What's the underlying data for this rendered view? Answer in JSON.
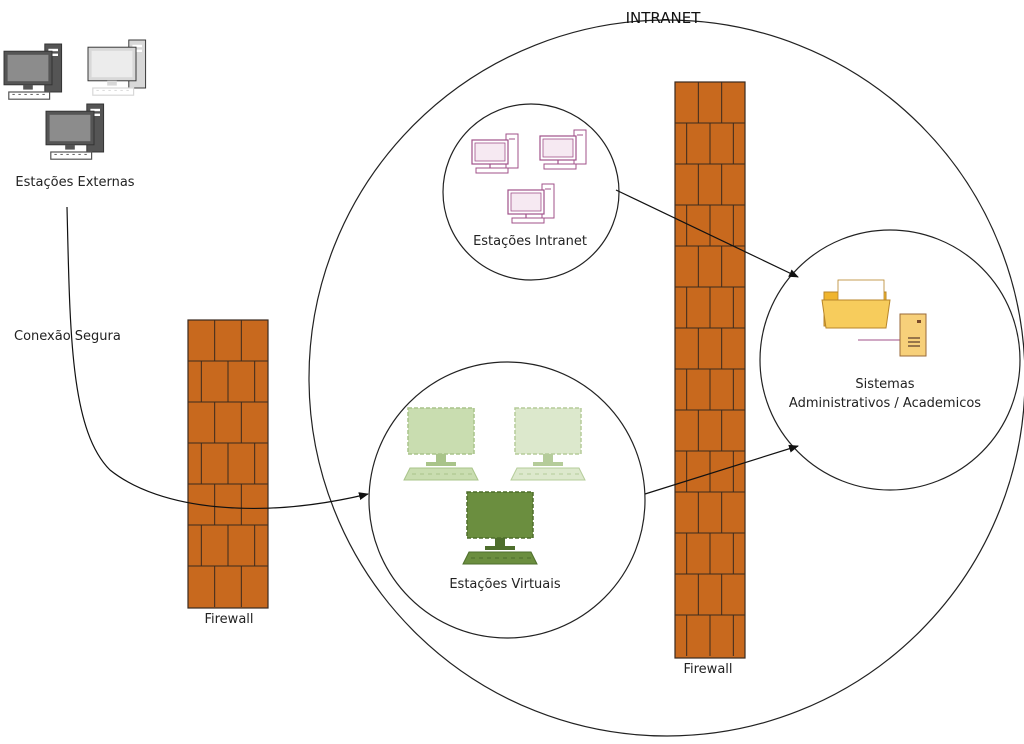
{
  "diagram": {
    "title": "INTRANET",
    "external_stations": {
      "label": "Estações Externas"
    },
    "secure_connection": {
      "label": "Conexão Segura"
    },
    "firewall_outer": {
      "label": "Firewall"
    },
    "firewall_inner": {
      "label": "Firewall"
    },
    "intranet_stations": {
      "label": "Estações Intranet"
    },
    "virtual_stations": {
      "label": "Estações Virtuais"
    },
    "systems": {
      "label_line1": "Sistemas",
      "label_line2": "Administrativos / Academicos"
    }
  },
  "colors": {
    "brick": "#C8691E",
    "mortar": "#3A2A1E",
    "intranet_pc": "#A0528A",
    "virtual_pc_light": "#C9DDB0",
    "virtual_pc_dark": "#6B8E3F",
    "folder": "#F5C242",
    "external_pc_dark": "#555555",
    "external_pc_light": "#D8D8D8"
  }
}
